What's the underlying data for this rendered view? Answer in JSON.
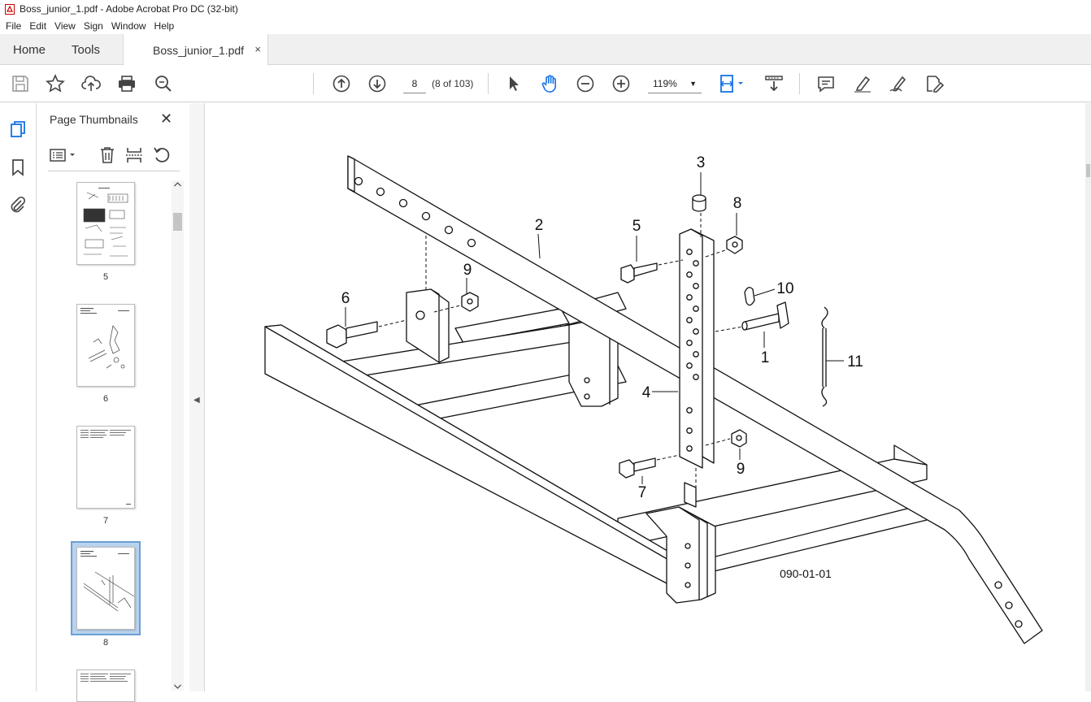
{
  "window": {
    "title": "Boss_junior_1.pdf - Adobe Acrobat Pro DC (32-bit)"
  },
  "menu": [
    "File",
    "Edit",
    "View",
    "Sign",
    "Window",
    "Help"
  ],
  "tabs": {
    "home": "Home",
    "tools": "Tools",
    "document": "Boss_junior_1.pdf",
    "close": "×"
  },
  "toolbar": {
    "page_number": "8",
    "page_of": "(8 of 103)",
    "zoom": "119%",
    "icons": [
      "save-icon",
      "star-icon",
      "upload-icon",
      "print-icon",
      "search-zoom-icon",
      "prev-page-icon",
      "next-page-icon",
      "select-cursor-icon",
      "hand-icon",
      "zoom-out-icon",
      "zoom-in-icon",
      "page-fit-icon",
      "scroll-mode-icon",
      "comment-icon",
      "highlight-icon",
      "sign-icon",
      "edit-pdf-icon"
    ]
  },
  "sidebar": {
    "title": "Page Thumbnails",
    "close": "✕",
    "thumbnails": [
      {
        "label": "5"
      },
      {
        "label": "6"
      },
      {
        "label": "7"
      },
      {
        "label": "8",
        "selected": true
      }
    ],
    "accent": "#6c9fd6"
  },
  "drawing": {
    "callouts": [
      "1",
      "2",
      "3",
      "4",
      "5",
      "6",
      "7",
      "8",
      "9",
      "9",
      "10",
      "11"
    ],
    "figure_code": "090-01-01"
  }
}
